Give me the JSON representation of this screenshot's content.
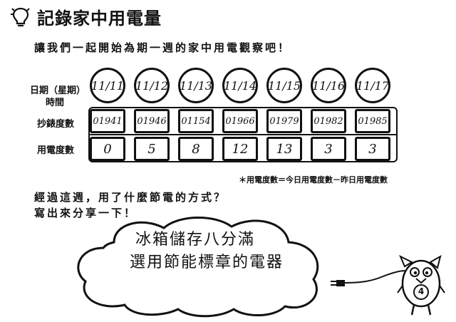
{
  "title": "記錄家中用電量",
  "instruction": "讓我們一起開始為期一週的家中用電觀察吧！",
  "labels": {
    "date_row": "日期（星期）",
    "time_row": "時間",
    "meter_row": "抄錶度數",
    "usage_row": "用電度數"
  },
  "days": [
    {
      "date": "11/11",
      "meter": "01941",
      "usage": "0"
    },
    {
      "date": "11/12",
      "meter": "01946",
      "usage": "5"
    },
    {
      "date": "11/13",
      "meter": "01154",
      "usage": "8"
    },
    {
      "date": "11/14",
      "meter": "01966",
      "usage": "12"
    },
    {
      "date": "11/15",
      "meter": "01979",
      "usage": "13"
    },
    {
      "date": "11/16",
      "meter": "01982",
      "usage": "3"
    },
    {
      "date": "11/17",
      "meter": "01985",
      "usage": "3"
    }
  ],
  "formula_note": "＊用電度數＝今日用電度數－昨日用電度數",
  "question_line1": "經過這週，用了什麼節電的方式？",
  "question_line2": "寫出來分享一下！",
  "answer_line1": "冰箱儲存八分滿",
  "answer_line2": "選用節能標章的電器",
  "mascot_badge": "4"
}
